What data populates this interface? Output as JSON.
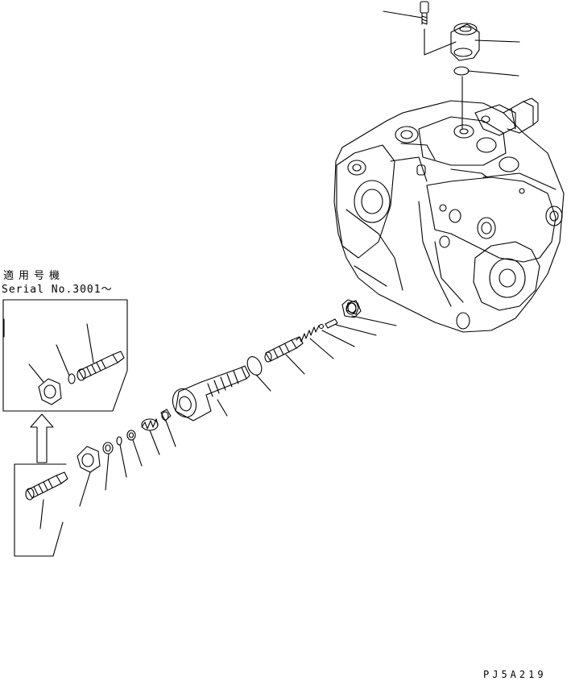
{
  "applicability": {
    "title": "適用号機",
    "serial": "Serial No.3001～"
  },
  "drawing_code": "PJ5A219"
}
